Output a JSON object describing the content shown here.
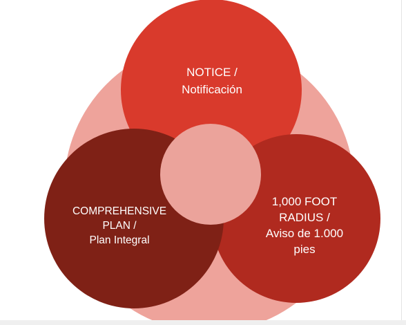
{
  "diagram": {
    "colors": {
      "background_circle": "#eea39b",
      "notice_circle": "#d93a2c",
      "plan_circle": "#7f2116",
      "radius_circle": "#b02a1f",
      "center_circle": "#eba39b",
      "text": "#ffffff"
    },
    "notice": {
      "line1": "NOTICE /",
      "line2": "Notificación"
    },
    "plan": {
      "line1": "COMPREHENSIVE",
      "line2": "PLAN /",
      "line3": "Plan Integral"
    },
    "radius": {
      "line1": "1,000 FOOT",
      "line2": "RADIUS /",
      "line3": "Aviso de 1.000",
      "line4": "pies"
    }
  }
}
